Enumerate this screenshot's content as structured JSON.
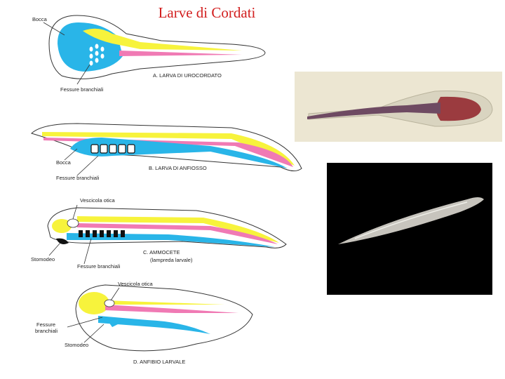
{
  "title": "Larve di Cordati",
  "panels": [
    {
      "caption": "A. LARVA DI UROCORDATO",
      "labels": {
        "mouth": "Bocca",
        "gills": "Fessure branchiali"
      }
    },
    {
      "caption": "B. LARVA DI ANFIOSSO",
      "labels": {
        "mouth": "Bocca",
        "gills": "Fessure branchiali"
      }
    },
    {
      "caption": "C. AMMOCETE",
      "caption2": "(lampreda larvale)",
      "labels": {
        "otic": "Vescicola otica",
        "stomodeum": "Stomodeo",
        "gills": "Fessure branchiali"
      }
    },
    {
      "caption": "D. ANFIBIO LARVALE",
      "labels": {
        "otic": "Vescicola otica",
        "gills1": "Fessure",
        "gills2": "branchiali",
        "stomodeum": "Stomodeo"
      }
    }
  ],
  "colors": {
    "title": "#d21e1e",
    "cyan": "#29b5e8",
    "yellow": "#f7f33c",
    "pink": "#f07ab4"
  }
}
